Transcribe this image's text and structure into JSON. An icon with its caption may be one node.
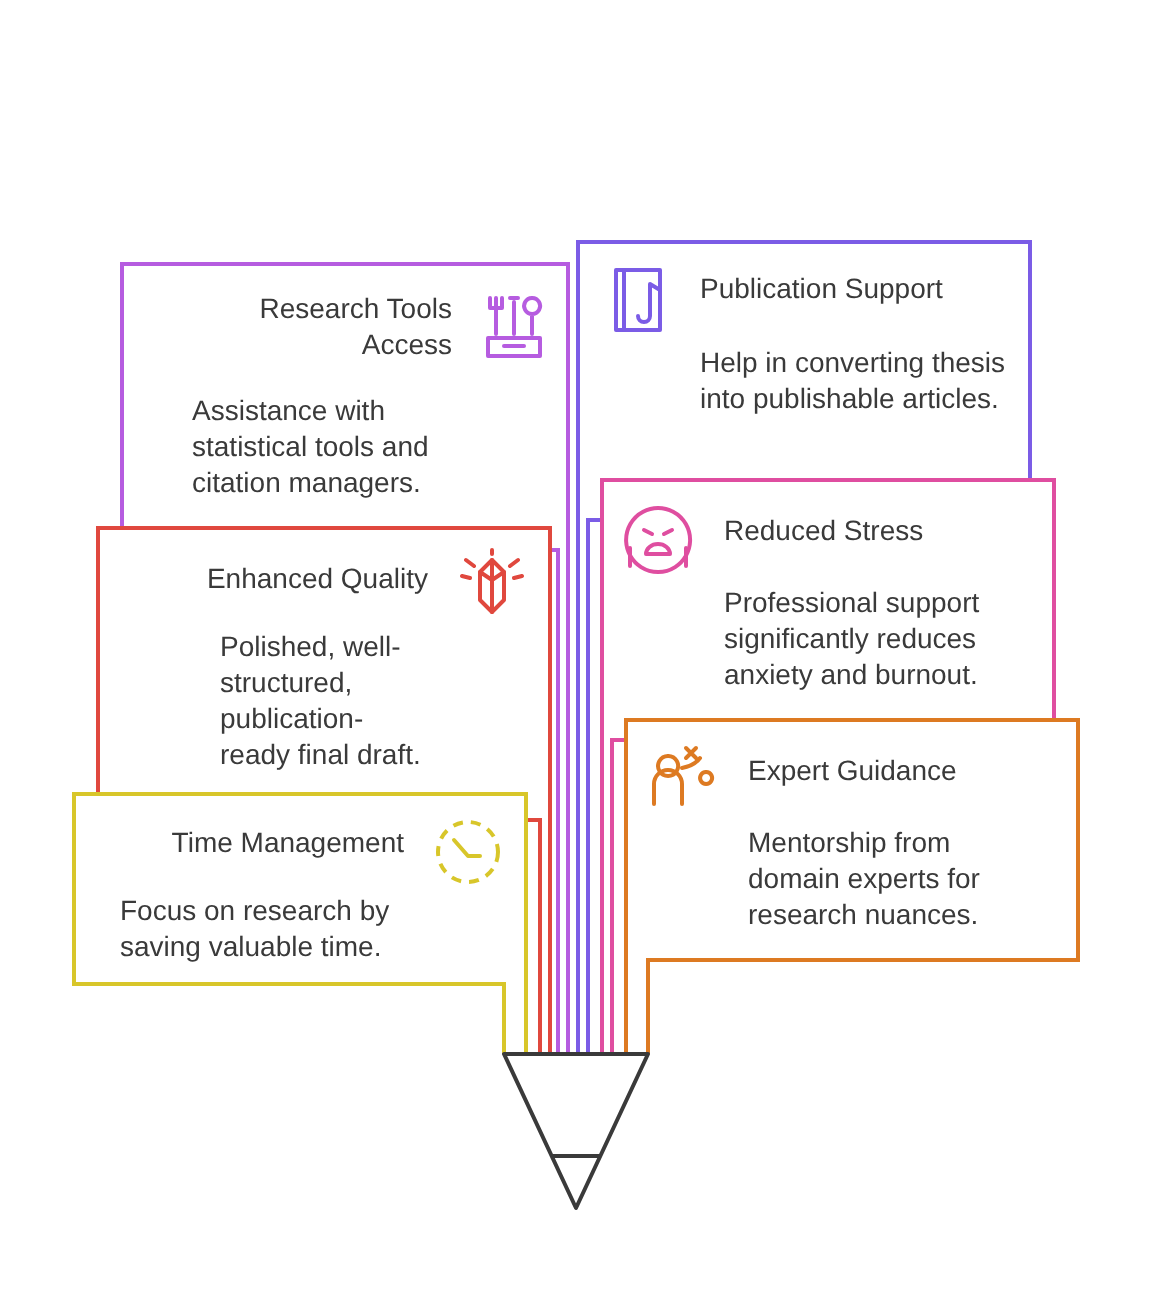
{
  "diagram": {
    "nodes": [
      {
        "text": [
          "Research Tools Access",
          "Assistance with statistical tools and citation managers."
        ]
      },
      {
        "text": [
          "Publication Support",
          "Help in converting thesis into publishable articles."
        ]
      },
      {
        "text": [
          "Enhanced Quality",
          "Polished, well-structured, publication-ready final draft."
        ]
      },
      {
        "text": [
          "Reduced Stress",
          "Professional support significantly reduces anxiety and burnout."
        ]
      },
      {
        "text": [
          "Time Management",
          "Focus on research by saving valuable time."
        ]
      },
      {
        "text": [
          "Expert Guidance",
          "Mentorship from domain experts for research nuances."
        ]
      }
    ]
  }
}
